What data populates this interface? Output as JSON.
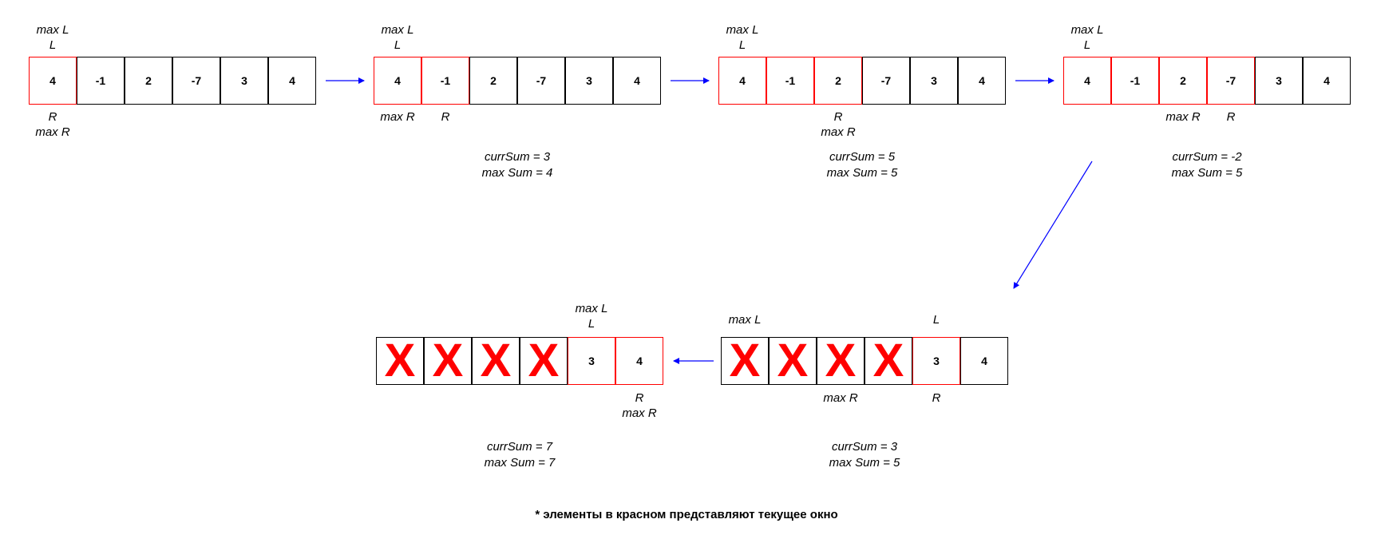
{
  "colors": {
    "window": "#ff0000",
    "cell_border": "#000000",
    "arrow": "#0000ff",
    "cross": "#ff0000"
  },
  "footnote": "* элементы в красном представляют текущее окно",
  "steps": [
    {
      "cells": [
        "4",
        "-1",
        "2",
        "-7",
        "3",
        "4"
      ],
      "window": [
        0
      ],
      "crossed": [],
      "labels_above": [
        {
          "index": 0,
          "lines": [
            "max L",
            "L"
          ]
        }
      ],
      "labels_below": [
        {
          "index": 0,
          "lines": [
            "R",
            "max R"
          ]
        }
      ],
      "sums": []
    },
    {
      "cells": [
        "4",
        "-1",
        "2",
        "-7",
        "3",
        "4"
      ],
      "window": [
        0,
        1
      ],
      "crossed": [],
      "labels_above": [
        {
          "index": 0,
          "lines": [
            "max L",
            "L"
          ]
        }
      ],
      "labels_below": [
        {
          "index": 0,
          "lines": [
            "max R"
          ]
        },
        {
          "index": 1,
          "lines": [
            "R"
          ]
        }
      ],
      "sums": [
        "currSum = 3",
        "max Sum = 4"
      ]
    },
    {
      "cells": [
        "4",
        "-1",
        "2",
        "-7",
        "3",
        "4"
      ],
      "window": [
        0,
        1,
        2
      ],
      "crossed": [],
      "labels_above": [
        {
          "index": 0,
          "lines": [
            "max L",
            "L"
          ]
        }
      ],
      "labels_below": [
        {
          "index": 2,
          "lines": [
            "R",
            "max R"
          ]
        }
      ],
      "sums": [
        "currSum = 5",
        "max Sum = 5"
      ]
    },
    {
      "cells": [
        "4",
        "-1",
        "2",
        "-7",
        "3",
        "4"
      ],
      "window": [
        0,
        1,
        2,
        3
      ],
      "crossed": [],
      "labels_above": [
        {
          "index": 0,
          "lines": [
            "max L",
            "L"
          ]
        }
      ],
      "labels_below": [
        {
          "index": 2,
          "lines": [
            "max R"
          ]
        },
        {
          "index": 3,
          "lines": [
            "R"
          ]
        }
      ],
      "sums": [
        "currSum = -2",
        "max Sum = 5"
      ]
    },
    {
      "cells": [
        "",
        "",
        "",
        "",
        "3",
        "4"
      ],
      "window": [
        4
      ],
      "crossed": [
        0,
        1,
        2,
        3
      ],
      "labels_above": [
        {
          "index": 0,
          "lines": [
            "max L"
          ]
        },
        {
          "index": 4,
          "lines": [
            "L"
          ]
        }
      ],
      "labels_below": [
        {
          "index": 2,
          "lines": [
            "max R"
          ]
        },
        {
          "index": 4,
          "lines": [
            "R"
          ]
        }
      ],
      "sums": [
        "currSum = 3",
        "max Sum = 5"
      ]
    },
    {
      "cells": [
        "",
        "",
        "",
        "",
        "3",
        "4"
      ],
      "window": [
        4,
        5
      ],
      "crossed": [
        0,
        1,
        2,
        3
      ],
      "labels_above": [
        {
          "index": 4,
          "lines": [
            "max L",
            "L"
          ]
        }
      ],
      "labels_below": [
        {
          "index": 5,
          "lines": [
            "R",
            "max R"
          ]
        }
      ],
      "sums": [
        "currSum = 7",
        "max Sum = 7"
      ]
    }
  ]
}
